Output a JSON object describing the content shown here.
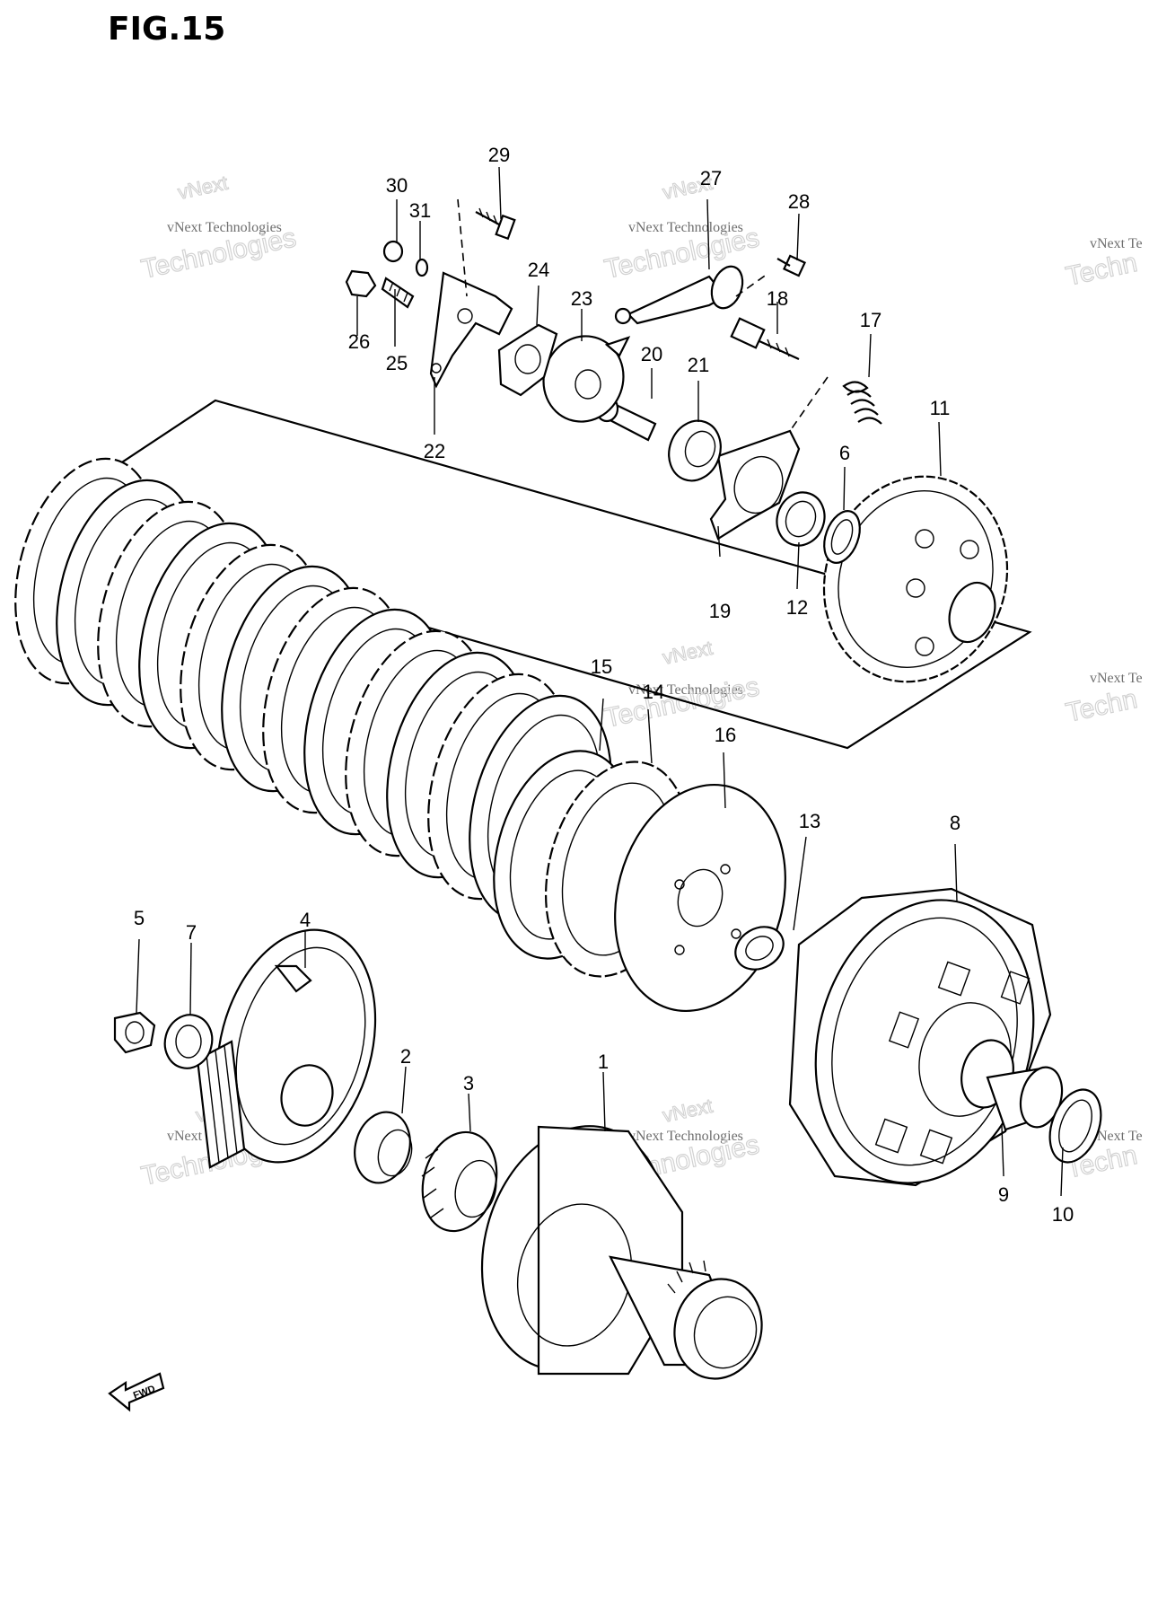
{
  "figure": {
    "title": "FIG.15",
    "fwd_label": "FWD"
  },
  "watermark": {
    "line_small": "vNext Technologies",
    "line_big": "Technologies",
    "line_top": "vNext",
    "right_small": "vNext Te",
    "right_big": "Techn"
  },
  "callouts": [
    "1",
    "2",
    "3",
    "4",
    "5",
    "6",
    "7",
    "8",
    "9",
    "10",
    "11",
    "12",
    "13",
    "14",
    "15",
    "16",
    "17",
    "18",
    "19",
    "20",
    "21",
    "22",
    "23",
    "24",
    "25",
    "26",
    "27",
    "28",
    "29",
    "30",
    "31"
  ]
}
